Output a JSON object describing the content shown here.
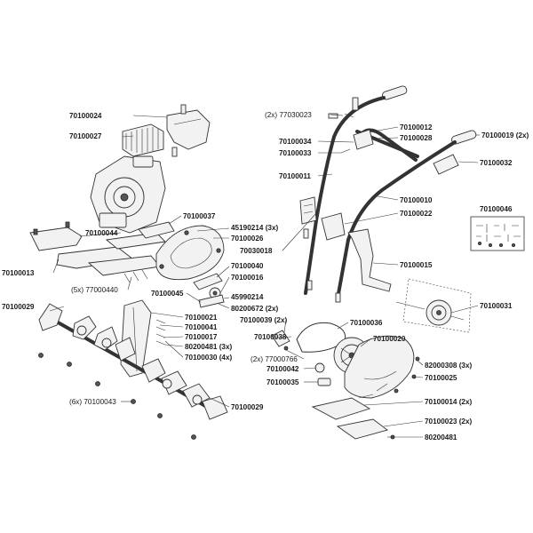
{
  "labels": {
    "l01": "70100024",
    "l02": "70100027",
    "l03": "70100037",
    "l04": "70100044",
    "l05": "45190214 (3x)",
    "l06": "70100026",
    "l07": "70030018",
    "l08": "70100013",
    "l09": "(5x) 77000440",
    "l10": "70100040",
    "l11": "70100016",
    "l12": "70100045",
    "l13": "45990214",
    "l14": "80200672 (2x)",
    "l15": "70100029",
    "l16": "70100021",
    "l17": "70100041",
    "l18": "70100017",
    "l19": "80200481 (3x)",
    "l20": "70100030 (4x)",
    "l21": "(6x) 70100043",
    "l22": "70100029",
    "l23": "(2x) 77030023",
    "l24": "70100012",
    "l25": "70100028",
    "l26": "70100019 (2x)",
    "l27": "70100034",
    "l28": "70100033",
    "l29": "70100032",
    "l30": "70100011",
    "l31": "70100010",
    "l32": "70100022",
    "l33": "70100046",
    "l34": "70100015",
    "l35": "70100031",
    "l36": "70100039 (2x)",
    "l37": "70100036",
    "l38": "70100038",
    "l39": "70100020",
    "l40": "(2x) 77000766",
    "l41": "82000308 (3x)",
    "l42": "70100042",
    "l43": "70100025",
    "l44": "70100035",
    "l45": "70100014 (2x)",
    "l46": "70100023 (2x)",
    "l47": "80200481"
  },
  "colors": {
    "line": "#333333",
    "fill": "#f2f2f2",
    "text": "#1a1a1a"
  }
}
